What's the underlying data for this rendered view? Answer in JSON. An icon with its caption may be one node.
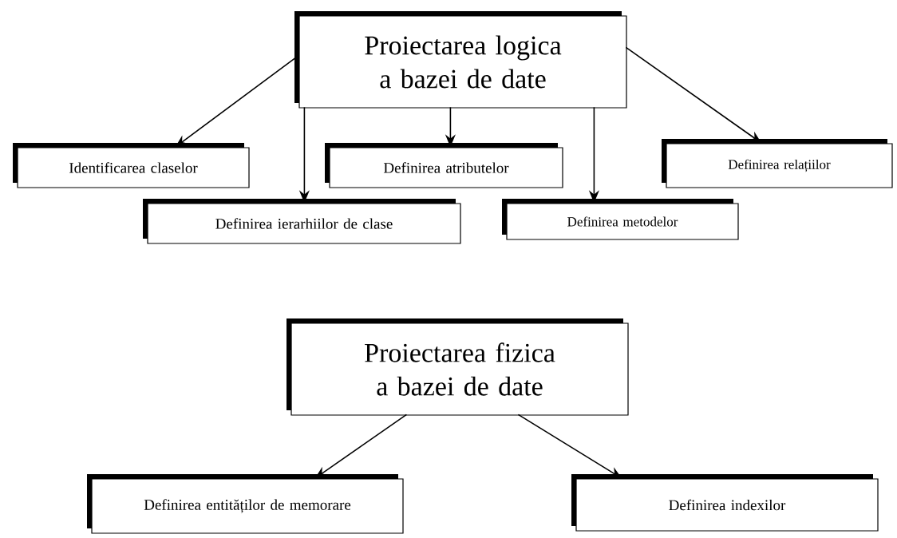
{
  "diagram": {
    "nodes": [
      {
        "text": [
          "Proiectarea logica a bazei de date"
        ]
      },
      {
        "text": [
          "Identificarea claselor"
        ]
      },
      {
        "text": [
          "Definirea ierarhiilor de clase"
        ]
      },
      {
        "text": [
          "Definirea atributelor"
        ]
      },
      {
        "text": [
          "Definirea metodelor"
        ]
      },
      {
        "text": [
          "Definirea relațiilor"
        ]
      },
      {
        "text": [
          "Proiectarea fizica a bazei de date"
        ]
      },
      {
        "text": [
          "Definirea entităților de memorare"
        ]
      },
      {
        "text": [
          "Definirea indexilor"
        ]
      }
    ],
    "edges": [
      {
        "from": 0,
        "to": 1,
        "arrow": "to"
      },
      {
        "from": 0,
        "to": 2,
        "arrow": "to"
      },
      {
        "from": 0,
        "to": 3,
        "arrow": "to"
      },
      {
        "from": 0,
        "to": 4,
        "arrow": "to"
      },
      {
        "from": 0,
        "to": 5,
        "arrow": "to"
      },
      {
        "from": 6,
        "to": 7,
        "arrow": "to"
      },
      {
        "from": 6,
        "to": 8,
        "arrow": "to"
      }
    ]
  }
}
